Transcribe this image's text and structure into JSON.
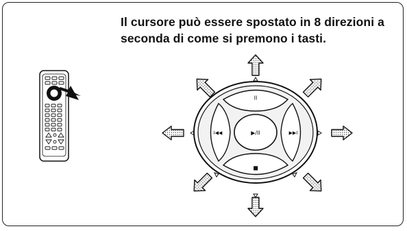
{
  "caption": {
    "line1": "Il cursore può essere spostato in 8 direzioni a",
    "line2": "seconda di come si premono i tasti."
  },
  "dial": {
    "center_label": "▶/II",
    "up_label": "II",
    "down_label": "■",
    "left_label": "I◀◀",
    "right_label": "▶▶I"
  },
  "icons": [
    "remote-control-icon",
    "pointing-hand-icon",
    "direction-arrow-icon",
    "triangle-marker-icon"
  ],
  "colors": {
    "ink": "#111111",
    "frame": "#222222",
    "background": "#ffffff",
    "dial_fill": "#f2f2f2"
  }
}
